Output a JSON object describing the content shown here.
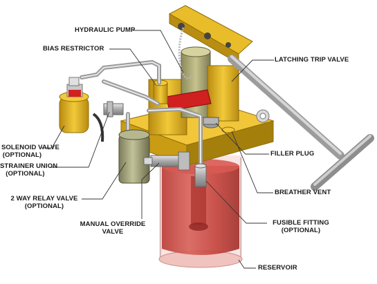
{
  "labels": {
    "hydraulic_pump": "HYDRAULIC PUMP",
    "bias_restrictor": "BIAS RESTRICTOR",
    "latching_trip_valve": "LATCHING TRIP VALVE",
    "solenoid_valve": "SOLENOID VALVE",
    "solenoid_valve_sub": "(OPTIONAL)",
    "strainer_union": "STRAINER UNION",
    "strainer_union_sub": "(OPTIONAL)",
    "relay_valve": "2 WAY RELAY VALVE",
    "relay_valve_sub": "(OPTIONAL)",
    "manual_override": "MANUAL OVERRIDE",
    "manual_override_sub": "VALVE",
    "filler_plug": "FILLER PLUG",
    "breather_vent": "BREATHER VENT",
    "fusible_fitting": "FUSIBLE FITTING",
    "fusible_fitting_sub": "(OPTIONAL)",
    "reservoir": "RESERVOIR"
  },
  "colors": {
    "brass": "#e0b21c",
    "brass_dark": "#a9800f",
    "reservoir_fill": "#c2433c",
    "reservoir_glass": "#f3c7c4",
    "steel": "#c9c9c9",
    "steel_dark": "#8a8a8a",
    "olive": "#9a9a72",
    "red_handle": "#d0201f",
    "leader": "#333333"
  }
}
